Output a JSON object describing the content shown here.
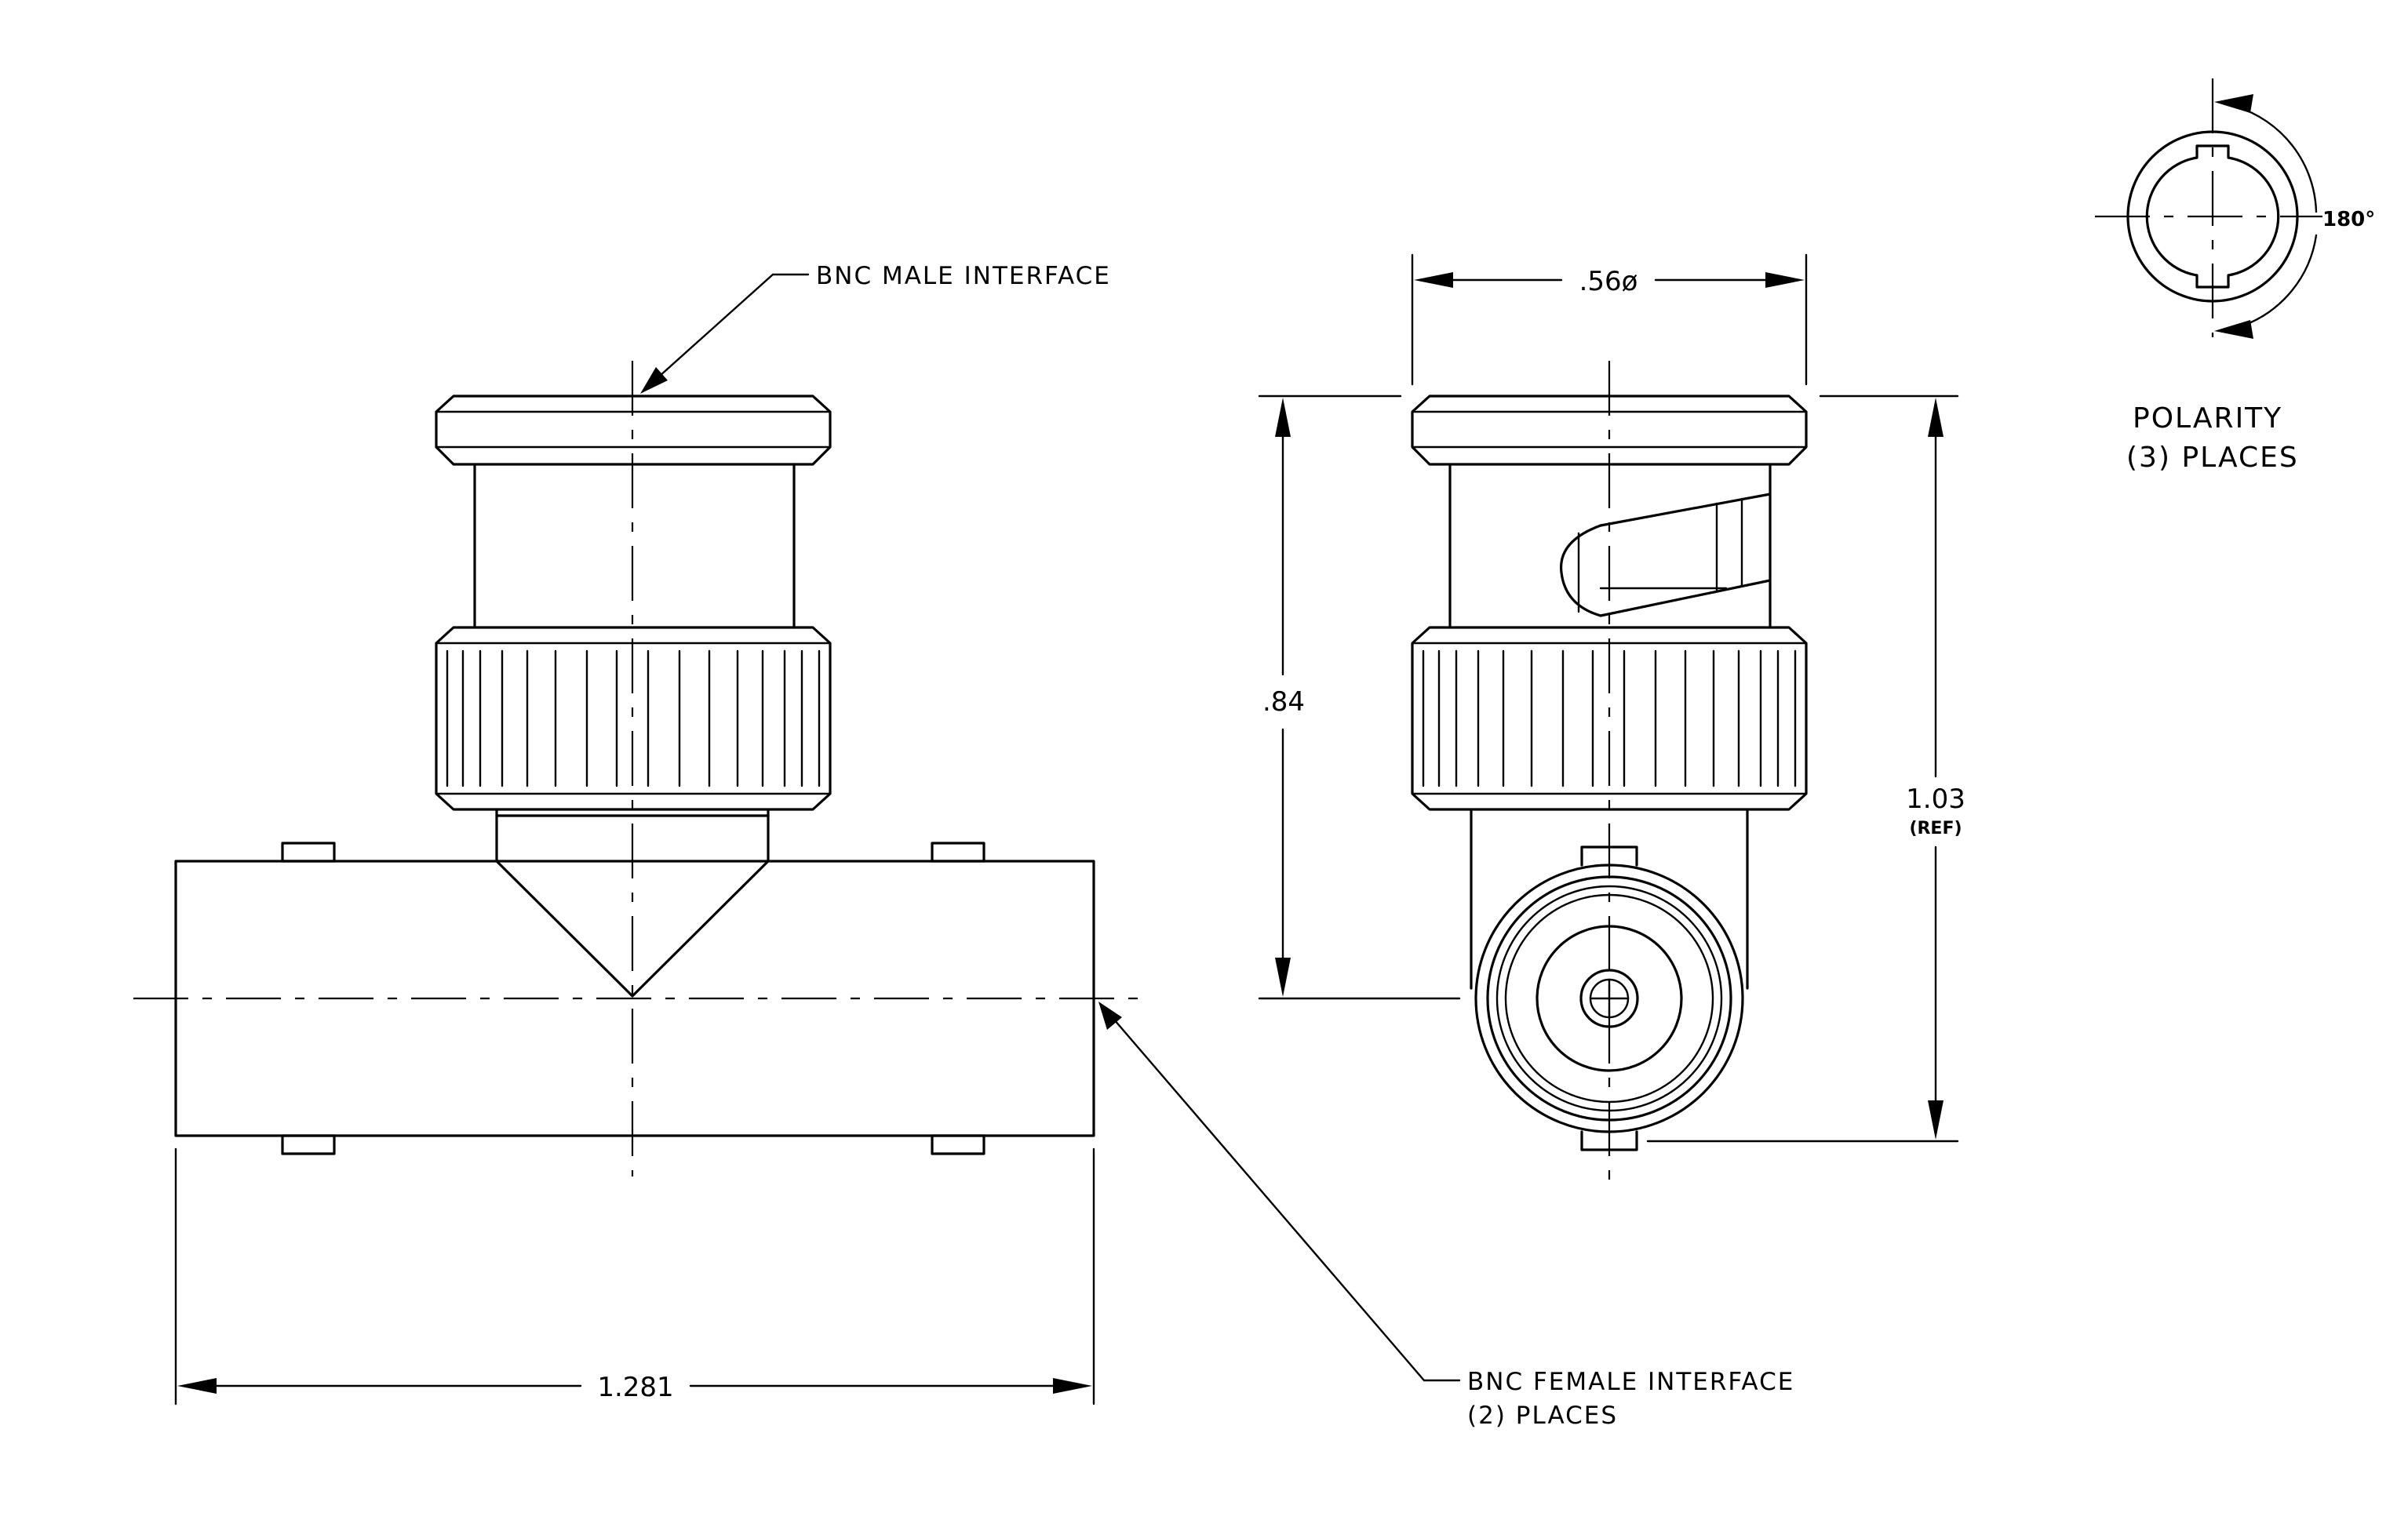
{
  "labels": {
    "male_interface": "BNC MALE INTERFACE",
    "female_interface_line1": "BNC FEMALE INTERFACE",
    "female_interface_line2": "(2)  PLACES",
    "polarity_line1": "POLARITY",
    "polarity_line2": "(3) PLACES",
    "angle": "180°"
  },
  "dimensions": {
    "overall_width": "1.281",
    "diameter": ".56ø",
    "height": ".84",
    "overall_height": "1.03",
    "overall_height_note": "(REF)"
  }
}
